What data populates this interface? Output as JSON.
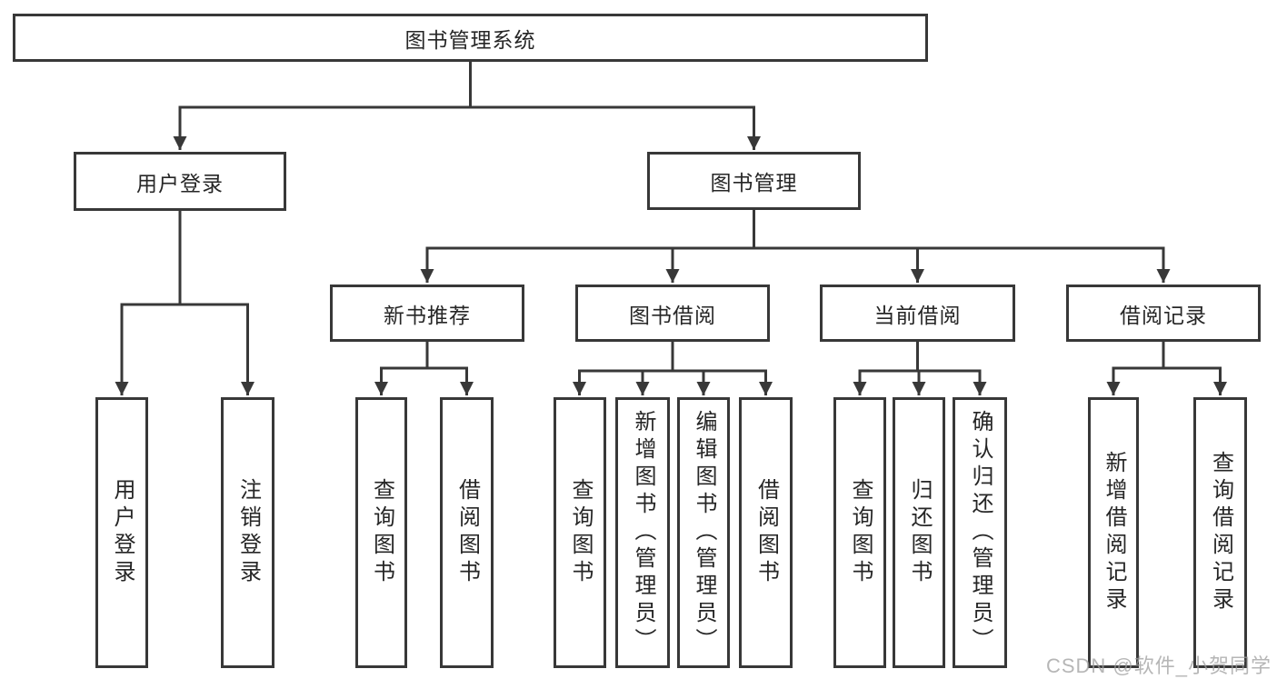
{
  "nodes": {
    "root": "图书管理系统",
    "user_login": "用户登录",
    "book_mgmt": "图书管理",
    "new_rec": "新书推荐",
    "borrow": "图书借阅",
    "current": "当前借阅",
    "records": "借阅记录",
    "leaf_login": "用户登录",
    "leaf_logout": "注销登录",
    "rec_query": "查询图书",
    "rec_borrow": "借阅图书",
    "bor_query": "查询图书",
    "bor_add": "新增图书（管理员）",
    "bor_edit": "编辑图书（管理员）",
    "bor_borrow": "借阅图书",
    "cur_query": "查询图书",
    "cur_return": "归还图书",
    "cur_confirm": "确认归还（管理员）",
    "rcd_add": "新增借阅记录",
    "rcd_query": "查询借阅记录"
  },
  "watermark": "CSDN @软件_小贺同学",
  "colors": {
    "line": "#383838",
    "text": "#262626",
    "background": "#ffffff",
    "watermark": "#9e9e9e"
  }
}
